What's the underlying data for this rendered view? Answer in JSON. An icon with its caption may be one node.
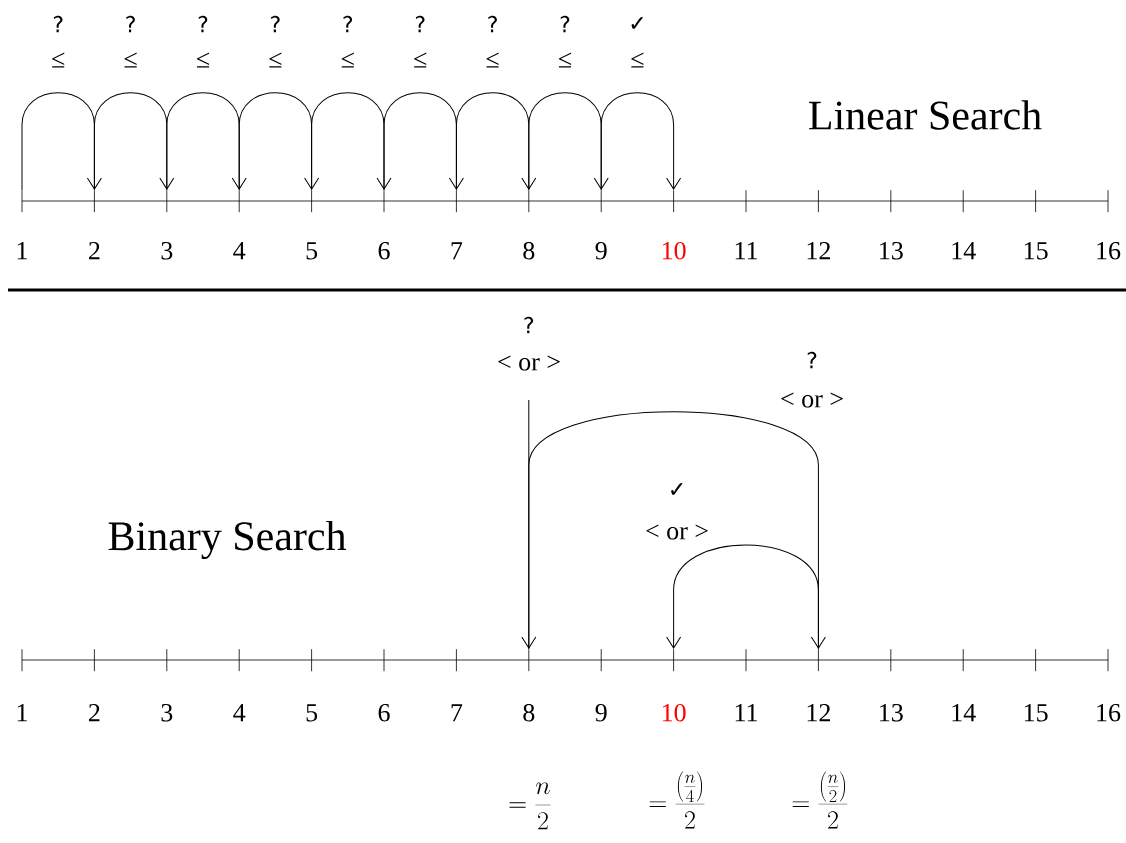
{
  "diagram": {
    "nodes": [
      {
        "text": [
          "1"
        ]
      },
      {
        "text": [
          "2"
        ]
      },
      {
        "text": [
          "3"
        ]
      },
      {
        "text": [
          "4"
        ]
      },
      {
        "text": [
          "5"
        ]
      },
      {
        "text": [
          "6"
        ]
      },
      {
        "text": [
          "7"
        ]
      },
      {
        "text": [
          "8"
        ]
      },
      {
        "text": [
          "9"
        ]
      },
      {
        "text": [
          "10"
        ]
      },
      {
        "text": [
          "11"
        ]
      },
      {
        "text": [
          "12"
        ]
      },
      {
        "text": [
          "13"
        ]
      },
      {
        "text": [
          "14"
        ]
      },
      {
        "text": [
          "15"
        ]
      },
      {
        "text": [
          "16"
        ]
      },
      {
        "text": [
          "1"
        ]
      },
      {
        "text": [
          "2"
        ]
      },
      {
        "text": [
          "3"
        ]
      },
      {
        "text": [
          "4"
        ]
      },
      {
        "text": [
          "5"
        ]
      },
      {
        "text": [
          "6"
        ]
      },
      {
        "text": [
          "7"
        ]
      },
      {
        "text": [
          "8"
        ]
      },
      {
        "text": [
          "9"
        ]
      },
      {
        "text": [
          "10"
        ]
      },
      {
        "text": [
          "11"
        ]
      },
      {
        "text": [
          "12"
        ]
      },
      {
        "text": [
          "13"
        ]
      },
      {
        "text": [
          "14"
        ]
      },
      {
        "text": [
          "15"
        ]
      },
      {
        "text": [
          "16"
        ]
      }
    ],
    "edges": [
      {
        "from": 0,
        "to": 1,
        "arrow": "to",
        "label": "?"
      },
      {
        "from": 1,
        "to": 2,
        "arrow": "to",
        "label": "?"
      },
      {
        "from": 2,
        "to": 3,
        "arrow": "to",
        "label": "?"
      },
      {
        "from": 3,
        "to": 4,
        "arrow": "to",
        "label": "?"
      },
      {
        "from": 4,
        "to": 5,
        "arrow": "to",
        "label": "?"
      },
      {
        "from": 5,
        "to": 6,
        "arrow": "to",
        "label": "?"
      },
      {
        "from": 6,
        "to": 7,
        "arrow": "to",
        "label": "?"
      },
      {
        "from": 7,
        "to": 8,
        "arrow": "to",
        "label": "?"
      },
      {
        "from": 8,
        "to": 9,
        "arrow": "to",
        "label": "✓"
      },
      {
        "from": null,
        "to": 23,
        "arrow": "to",
        "label": "?"
      },
      {
        "from": 23,
        "to": 27,
        "arrow": "to",
        "label": "?"
      },
      {
        "from": 27,
        "to": 25,
        "arrow": "to",
        "label": "✓"
      }
    ],
    "labels": [
      "≤",
      "≤",
      "≤",
      "≤",
      "≤",
      "≤",
      "≤",
      "≤",
      "≤",
      "Linear Search",
      "< or >",
      "< or >",
      "< or >",
      "Binary Search",
      "= \\frac{n}{2}",
      "= \\frac{\\left(\\frac{n}{4}\\right)}{2}",
      "= \\frac{\\left(\\frac{n}{2}\\right)}{2}"
    ]
  }
}
